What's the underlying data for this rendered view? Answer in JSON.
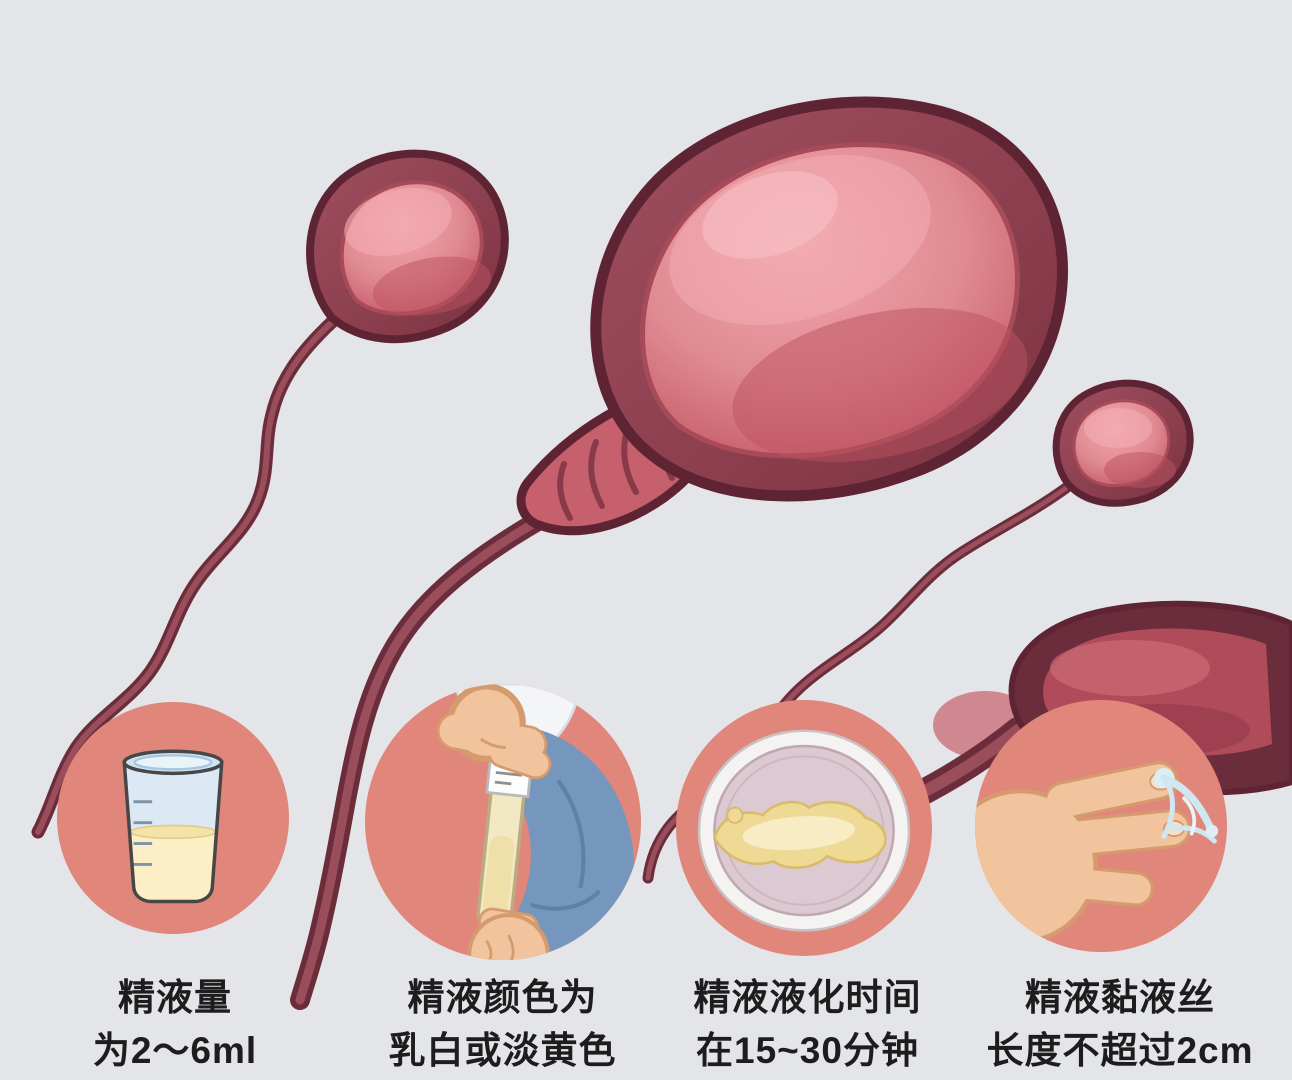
{
  "page": {
    "background": "#e3e5e9",
    "description_present_text_only": true
  },
  "illustration": {
    "subject": "sperm-cells",
    "colors": {
      "outline": "#5f2433",
      "head_ring": "#8e3f4f",
      "head_inner": "#e08a92",
      "tail": "#6b2d3b",
      "panel_circle": "#e0867b",
      "caption_text": "#1d1d1d"
    }
  },
  "panels": [
    {
      "icon": "measuring-cup-icon",
      "caption_line1": "精液量",
      "caption_line2": "为2～6ml"
    },
    {
      "icon": "test-tube-in-hands-icon",
      "caption_line1": "精液颜色为",
      "caption_line2": "乳白或淡黄色"
    },
    {
      "icon": "petri-dish-icon",
      "caption_line1": "精液液化时间",
      "caption_line2": "在15~30分钟"
    },
    {
      "icon": "mucus-thread-icon",
      "caption_line1": "精液黏液丝",
      "caption_line2": "长度不超过2cm"
    }
  ]
}
